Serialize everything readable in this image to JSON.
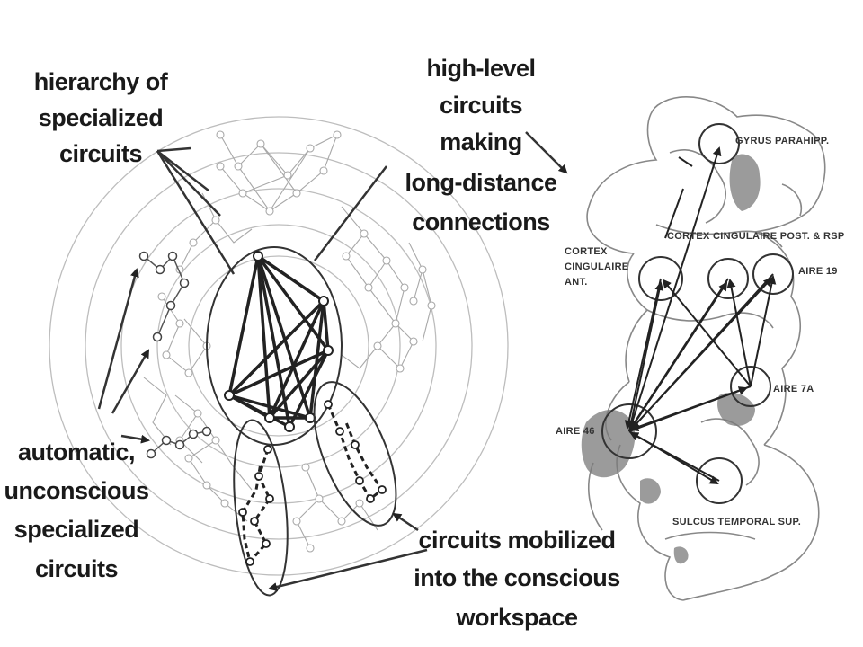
{
  "left_diagram": {
    "labels": {
      "hierarchy": [
        "hierarchy of",
        "specialized",
        "circuits"
      ],
      "high_level": [
        "high-level",
        "circuits",
        "making",
        "long-distance",
        "connections"
      ],
      "automatic": [
        "automatic,",
        "unconscious",
        "specialized",
        "circuits"
      ],
      "mobilized": [
        "circuits mobilized",
        "into the conscious",
        "workspace"
      ]
    }
  },
  "brain_map": {
    "regions": {
      "gyrus_parahipp": "GYRUS PARAHIPP.",
      "cortex_cingulaire_post": "CORTEX CINGULAIRE POST. & RSP",
      "cortex_cingulaire_ant": [
        "CORTEX",
        "CINGULAIRE",
        "ANT."
      ],
      "aire_19": "AIRE 19",
      "aire_7a": "AIRE 7A",
      "aire_46": "AIRE 46",
      "sulcus_temporal_sup": "SULCUS TEMPORAL SUP."
    }
  },
  "colors": {
    "ink": "#1a1a1a",
    "light_ink": "#aaaaaa",
    "shade": "#7a7a7a"
  }
}
